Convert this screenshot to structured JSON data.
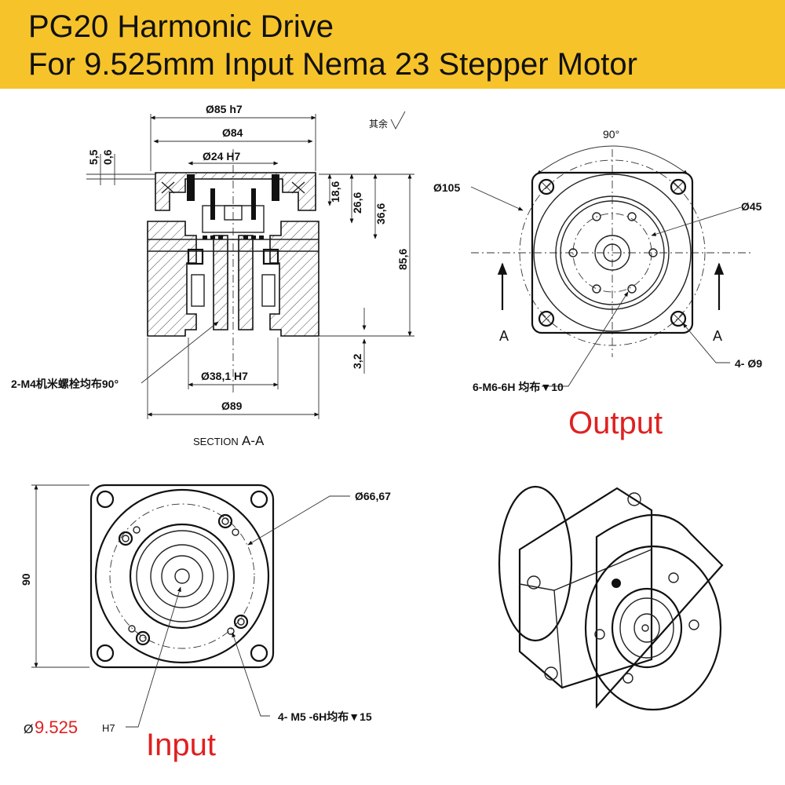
{
  "header": {
    "title_line1": "PG20 Harmonic Drive",
    "title_line2": "For 9.525mm Input Nema 23 Stepper Motor",
    "background_color": "#f6c32a"
  },
  "section_view": {
    "caption_prefix": "SECTION",
    "caption_letters": "A-A",
    "surface_note": "其余",
    "dim_d85": "Ø85  h7",
    "dim_d84": "Ø84",
    "dim_d24": "Ø24  H7",
    "dim_d381": "Ø38,1  H7",
    "dim_d89": "Ø89",
    "dim_55": "5,5",
    "dim_06": "0,6",
    "dim_186": "18,6",
    "dim_266": "26,6",
    "dim_366": "36,6",
    "dim_856": "85,6",
    "dim_32": "3,2",
    "note_m4": "2-M4机米螺栓均布90°"
  },
  "output_view": {
    "label": "Output",
    "label_color": "#e02020",
    "angle": "90°",
    "dim_d105": "Ø105",
    "dim_d45": "Ø45",
    "section_a_left": "A",
    "section_a_right": "A",
    "holes": "4-  Ø9",
    "threads": "6-M6-6H  均布▼10"
  },
  "input_view": {
    "label": "Input",
    "label_color": "#e02020",
    "dim_d6667": "Ø66,67",
    "dim_90": "90",
    "bore_prefix": "Ø",
    "bore_value": "9.525",
    "bore_tolerance": "H7",
    "threads": "4-  M5  -6H均布▼15"
  }
}
